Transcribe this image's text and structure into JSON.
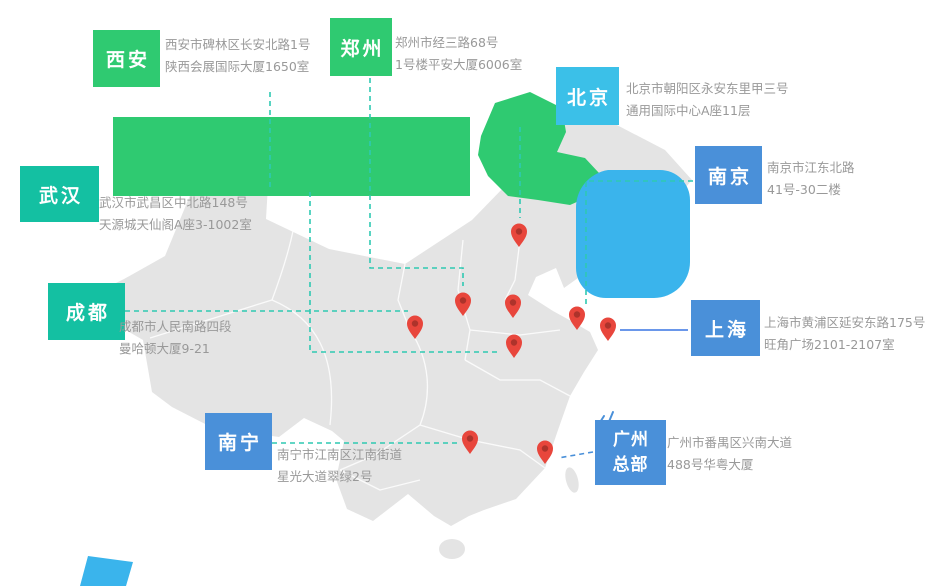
{
  "palette": {
    "land": "#e4e4e4",
    "province_line": "#ffffff",
    "region_green": "#2fca71",
    "region_blue": "#3ab4ec",
    "label_green": "#2fca71",
    "label_cyan": "#3bc0e8",
    "label_teal": "#14c0a2",
    "label_blue": "#4a90d9",
    "pin_red": "#e8463c",
    "pin_inner": "#ad332b",
    "dash_teal": "#2fc9b2",
    "line_blue": "#6a97ea",
    "address_text": "#999999"
  },
  "cities": [
    {
      "name": "西安",
      "address1": "西安市碑林区长安北路1号",
      "address2": "陕西会展国际大厦1650室"
    },
    {
      "name": "郑州",
      "address1": "郑州市经三路68号",
      "address2": "1号楼平安大厦6006室"
    },
    {
      "name": "北京",
      "address1": "北京市朝阳区永安东里甲三号",
      "address2": "通用国际中心A座11层"
    },
    {
      "name": "武汉",
      "address1": "武汉市武昌区中北路148号",
      "address2": "天源城天仙阁A座3-1002室"
    },
    {
      "name": "南京",
      "address1": "南京市江东北路",
      "address2": "41号-30二楼"
    },
    {
      "name": "成都",
      "address1": "成都市人民南路四段",
      "address2": "曼哈顿大厦9-21"
    },
    {
      "name": "上海",
      "address1": "上海市黄浦区延安东路175号",
      "address2": "旺角广场2101-2107室"
    },
    {
      "name": "南宁",
      "address1": "南宁市江南区江南街道",
      "address2": "星光大道翠绿2号"
    },
    {
      "name": "广州总部",
      "address1": "广州市番禺区兴南大道",
      "address2": "488号华粤大厦"
    }
  ]
}
